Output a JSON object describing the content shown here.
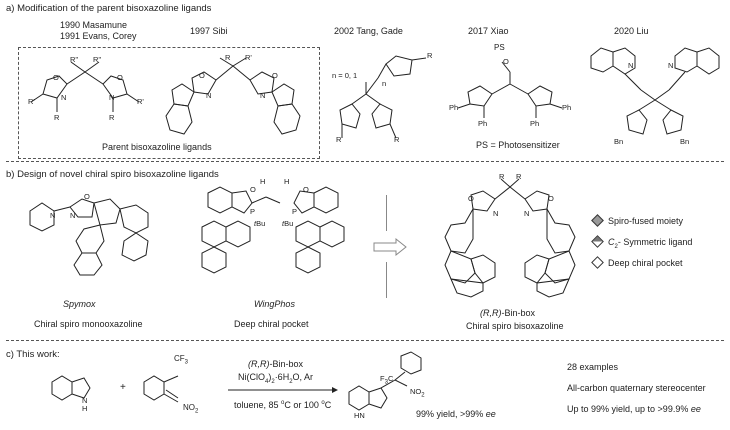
{
  "section_a": {
    "heading": "a) Modification of the parent bisoxazoline ligands",
    "entries": [
      {
        "year_line1": "1990  Masamune",
        "year_line2": "1991  Evans, Corey"
      },
      {
        "label": "1997 Sibi"
      },
      {
        "label": "2002 Tang, Gade"
      },
      {
        "label": "2017 Xiao"
      },
      {
        "label": "2020 Liu"
      }
    ],
    "box_caption": "Parent bisoxazoline ligands",
    "tang_n": "n = 0, 1",
    "xiao_ps": "PS",
    "ps_note": "PS = Photosensitizer"
  },
  "section_b": {
    "heading": "b) Design of novel chiral spiro bisoxazoline ligands",
    "spymox_name": "Spymox",
    "spymox_caption": "Chiral spiro monooxazoline",
    "wingphos_name": "WingPhos",
    "wingphos_caption": "Deep chiral pocket",
    "binbox_name_prefix": "(R,R)",
    "binbox_name_suffix": "-Bin-box",
    "binbox_caption": "Chiral spiro bisoxazoline",
    "legend": [
      "Spiro-fused  moiety",
      "- Symmetric ligand",
      "Deep chiral pocket"
    ],
    "legend_c2": "C",
    "legend_c2_sub": "2"
  },
  "section_c": {
    "heading": "c) This work:",
    "plus": "+",
    "cf3": "CF",
    "cf3_sub": "3",
    "no2": "NO",
    "no2_sub": "2",
    "cond1_prefix": "(R,R)",
    "cond1_suffix": "-Bin-box",
    "cond2": "Ni(ClO",
    "cond2_b": ")",
    "cond2_c": "·6H",
    "cond2_d": "O,  Ar",
    "cond3": "toluene, 85 ",
    "cond3_b": "C or 100 ",
    "cond3_c": "C",
    "yield": "99% yield, >99% ",
    "yield_ee": "ee",
    "results": [
      "28 examples",
      "All-carbon quaternary stereocenter",
      "Up to 99% yield, up to >99.9% "
    ],
    "results_ee": "ee"
  }
}
